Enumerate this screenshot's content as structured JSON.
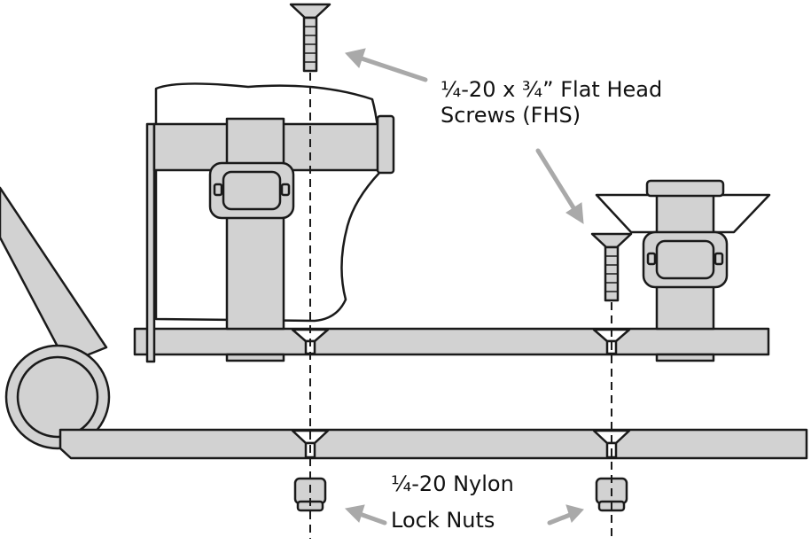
{
  "diagram": {
    "labels": {
      "screws_line1": "¼-20 x ¾” Flat Head",
      "screws_line2": "Screws (FHS)",
      "nuts_line1": "¼-20 Nylon",
      "nuts_line2": "Lock Nuts"
    },
    "colors": {
      "part_fill": "#d2d2d2",
      "outline": "#1a1a1a",
      "arrow": "#a9a9a9",
      "background": "#ffffff"
    }
  }
}
